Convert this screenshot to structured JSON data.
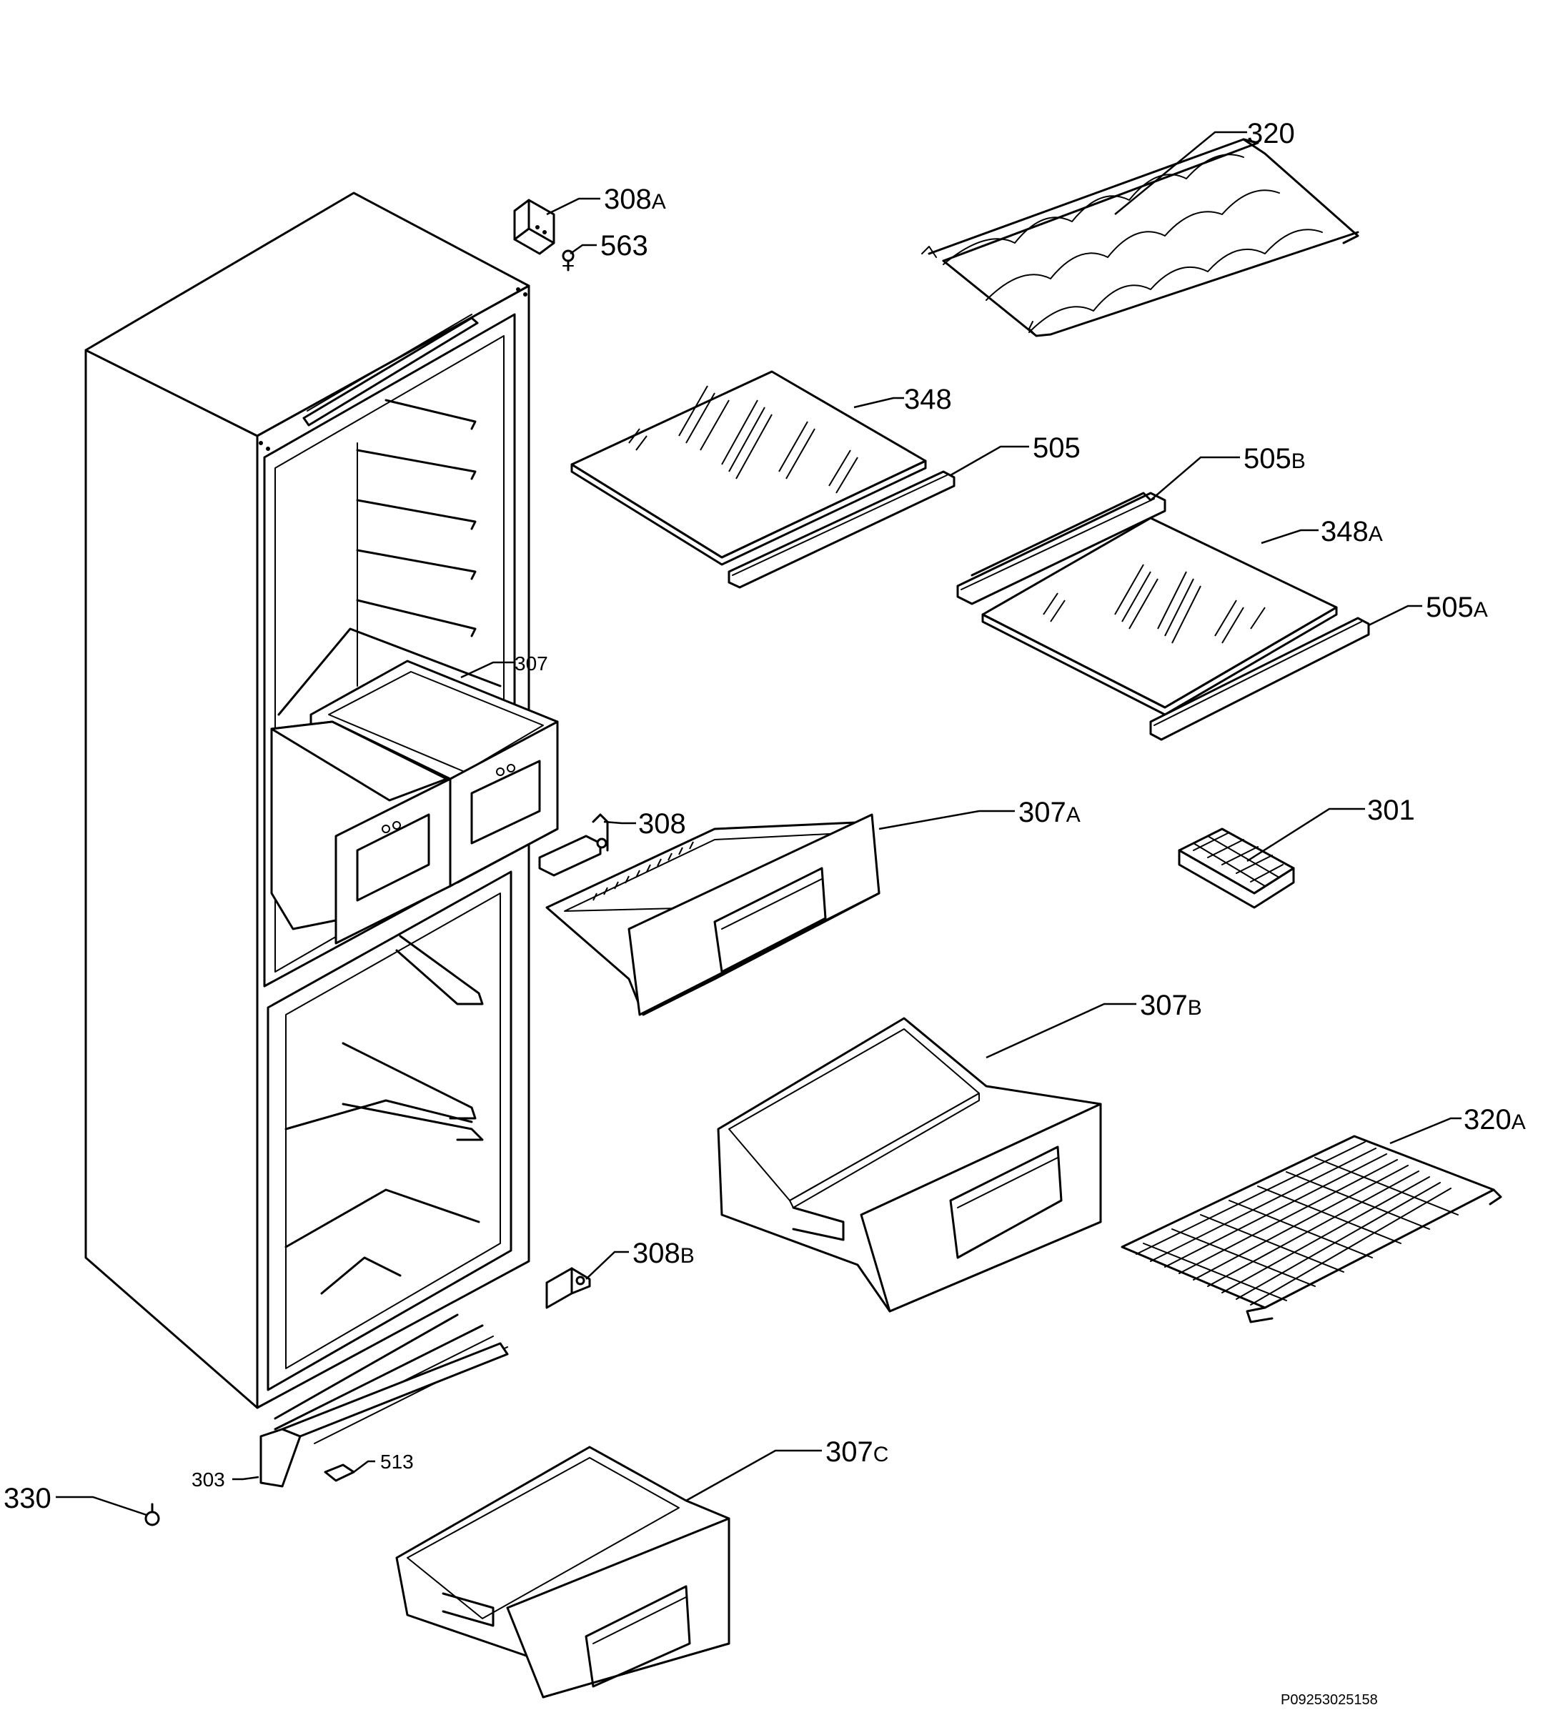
{
  "drawing_code": "P09253025158",
  "labels": {
    "p320": {
      "num": "320",
      "suffix": ""
    },
    "p308a": {
      "num": "308",
      "suffix": "A"
    },
    "p563": {
      "num": "563",
      "suffix": ""
    },
    "p348": {
      "num": "348",
      "suffix": ""
    },
    "p505": {
      "num": "505",
      "suffix": ""
    },
    "p505b": {
      "num": "505",
      "suffix": "B"
    },
    "p348a": {
      "num": "348",
      "suffix": "A"
    },
    "p505a": {
      "num": "505",
      "suffix": "A"
    },
    "p307": {
      "num": "307",
      "suffix": ""
    },
    "p308": {
      "num": "308",
      "suffix": ""
    },
    "p307a": {
      "num": "307",
      "suffix": "A"
    },
    "p301": {
      "num": "301",
      "suffix": ""
    },
    "p307b": {
      "num": "307",
      "suffix": "B"
    },
    "p320a": {
      "num": "320",
      "suffix": "A"
    },
    "p308b": {
      "num": "308",
      "suffix": "B"
    },
    "p303": {
      "num": "303",
      "suffix": ""
    },
    "p513": {
      "num": "513",
      "suffix": ""
    },
    "p330": {
      "num": "330",
      "suffix": ""
    },
    "p307c": {
      "num": "307",
      "suffix": "C"
    }
  }
}
